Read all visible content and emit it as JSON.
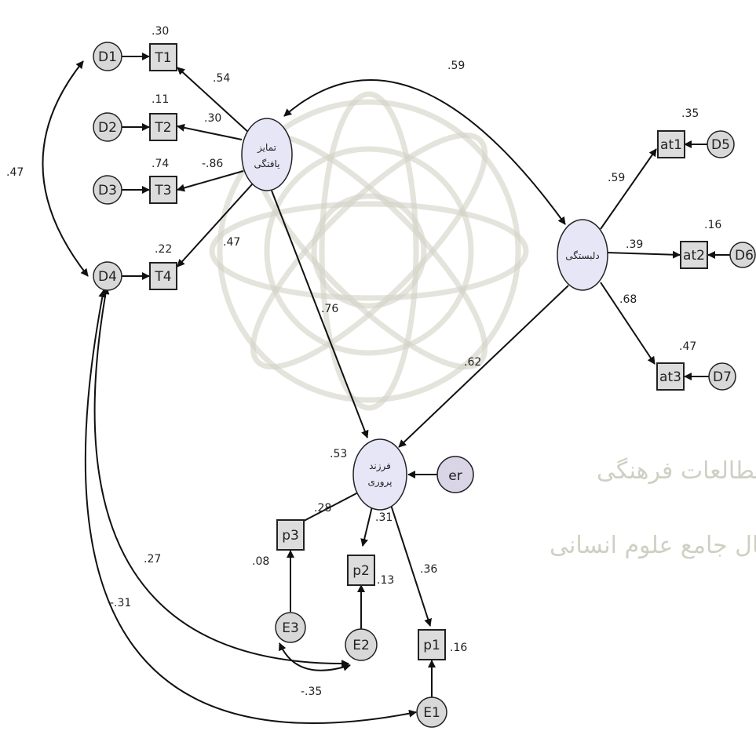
{
  "nodes": {
    "D1": "D1",
    "D2": "D2",
    "D3": "D3",
    "D4": "D4",
    "T1": "T1",
    "T2": "T2",
    "T3": "T3",
    "T4": "T4",
    "at1": "at1",
    "at2": "at2",
    "at3": "at3",
    "D5": "D5",
    "D6": "D6",
    "D7": "D7",
    "p1": "p1",
    "p2": "p2",
    "p3": "p3",
    "E1": "E1",
    "E2": "E2",
    "E3": "E3",
    "er": "er",
    "tamayoz_line1": "تمایز",
    "tamayoz_line2": "یافتگی",
    "delbastegi": "دلبستگی",
    "farzand_line1": "فرزند",
    "farzand_line2": "پروری"
  },
  "coefficients": {
    "r2_T1": ".30",
    "r2_T2": ".11",
    "r2_T3": ".74",
    "r2_T4": ".22",
    "path_T1": ".54",
    "path_T2": ".30",
    "path_T3": "-.86",
    "path_T4": ".47",
    "cov_D1_D4": ".47",
    "cov_tam_del": ".59",
    "r2_at1": ".35",
    "r2_at2": ".16",
    "r2_at3": ".47",
    "path_at1": ".59",
    "path_at2": ".39",
    "path_at3": ".68",
    "path_tam_far": ".76",
    "path_del_far": ".62",
    "r2_far": ".53",
    "path_p3": ".28",
    "path_p2": ".31",
    "path_p1": ".36",
    "r2_p3": ".08",
    "r2_p2": ".13",
    "r2_p1": ".16",
    "cov_D4_E2": ".27",
    "cov_D4_E1": "-.31",
    "cov_E3_E2": "-.35"
  },
  "watermark": {
    "line1": "پژوهشگاه علوم انسانی و مطالعات فرهنگی",
    "line2": "پرتال جامع علوم انسانی"
  }
}
